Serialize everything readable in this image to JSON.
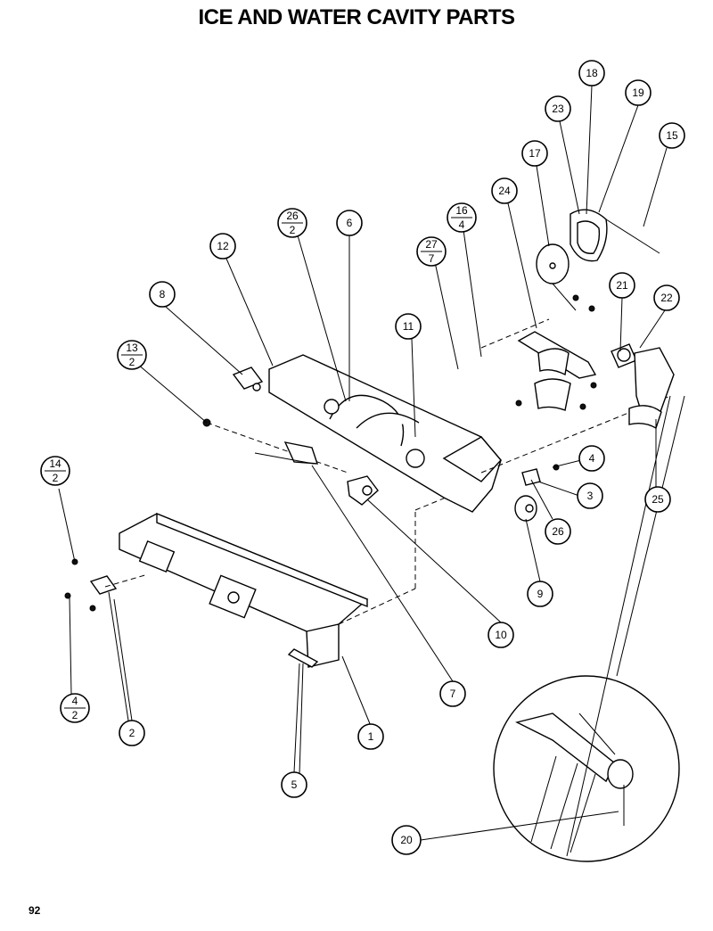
{
  "title": "ICE AND WATER CAVITY PARTS",
  "page_number": "92",
  "callouts": {
    "c1": "1",
    "c2": "2",
    "c3": "3",
    "c4": "4",
    "c5": "5",
    "c6": "6",
    "c7": "7",
    "c8": "8",
    "c9": "9",
    "c10": "10",
    "c11": "11",
    "c12": "12",
    "c15": "15",
    "c17": "17",
    "c18": "18",
    "c19": "19",
    "c20": "20",
    "c21": "21",
    "c22": "22",
    "c23": "23",
    "c24": "24",
    "c25": "25",
    "c26": "26"
  },
  "fraction_callouts": {
    "f13_2": {
      "top": "13",
      "bottom": "2"
    },
    "f14_2": {
      "top": "14",
      "bottom": "2"
    },
    "f4_2": {
      "top": "4",
      "bottom": "2"
    },
    "f26_2": {
      "top": "26",
      "bottom": "2"
    },
    "f27_7": {
      "top": "27",
      "bottom": "7"
    },
    "f16_4": {
      "top": "16",
      "bottom": "4"
    }
  }
}
